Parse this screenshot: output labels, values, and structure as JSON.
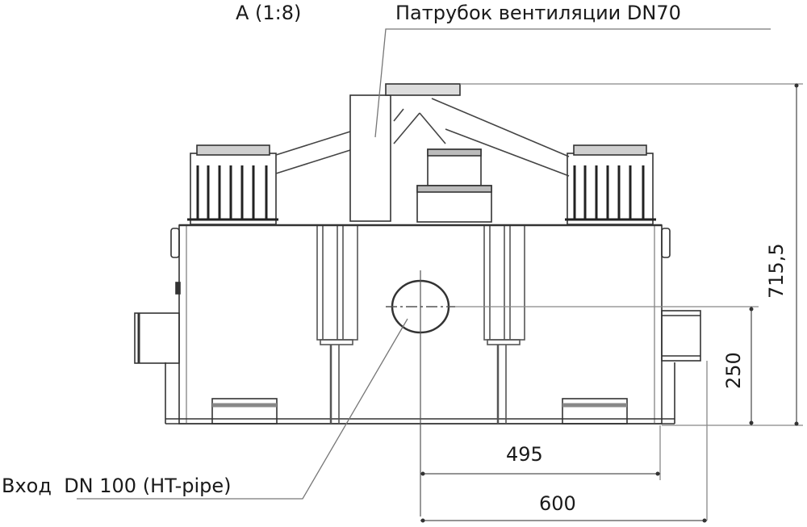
{
  "drawing": {
    "view_label": "A (1:8)",
    "callouts": {
      "vent": "Патрубок вентиляции DN70",
      "inlet": "Вход  DN 100 (HT-pipe)"
    },
    "dimensions": {
      "total_height": "715,5",
      "inlet_height": "250",
      "inner_width": "495",
      "total_width": "600"
    }
  }
}
